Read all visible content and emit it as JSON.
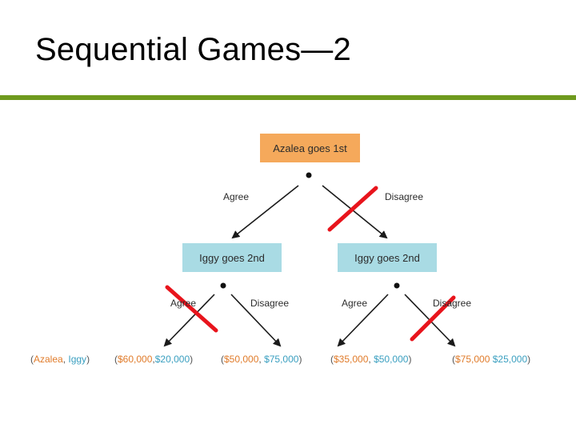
{
  "slide": {
    "title": "Sequential Games—2"
  },
  "tree": {
    "root": {
      "label": "Azalea goes 1st"
    },
    "root_branches": {
      "agree": "Agree",
      "disagree": "Disagree"
    },
    "second_nodes": [
      {
        "label": "Iggy goes 2nd",
        "agree": "Agree",
        "disagree": "Disagree"
      },
      {
        "label": "Iggy goes 2nd",
        "agree": "Agree",
        "disagree": "Disagree"
      }
    ],
    "payoff_legend": {
      "open": "(",
      "first": "Azalea",
      "sep": ", ",
      "second": "Iggy",
      "close": ")"
    },
    "payoffs": [
      {
        "open": "(",
        "a": "$60,000",
        "sep": ",",
        "b": "$20,000",
        "close": ")"
      },
      {
        "open": "(",
        "a": "$50,000",
        "sep": ", ",
        "b": "$75,000",
        "close": ")"
      },
      {
        "open": "(",
        "a": "$35,000",
        "sep": ", ",
        "b": "$50,000",
        "close": ")"
      },
      {
        "open": "(",
        "a": "$75,000",
        "sep": " ",
        "b": "$25,000",
        "close": ")"
      }
    ],
    "eliminated_branches": [
      "root-disagree",
      "left-agree",
      "right-disagree"
    ]
  },
  "colors": {
    "title_rule": "#6f9a1e",
    "first_mover_box": "#f5a95b",
    "second_mover_box": "#a9dbe4",
    "first_payoff": "#e07b2a",
    "second_payoff": "#3a9fc0",
    "cross_out": "#e8141c"
  }
}
